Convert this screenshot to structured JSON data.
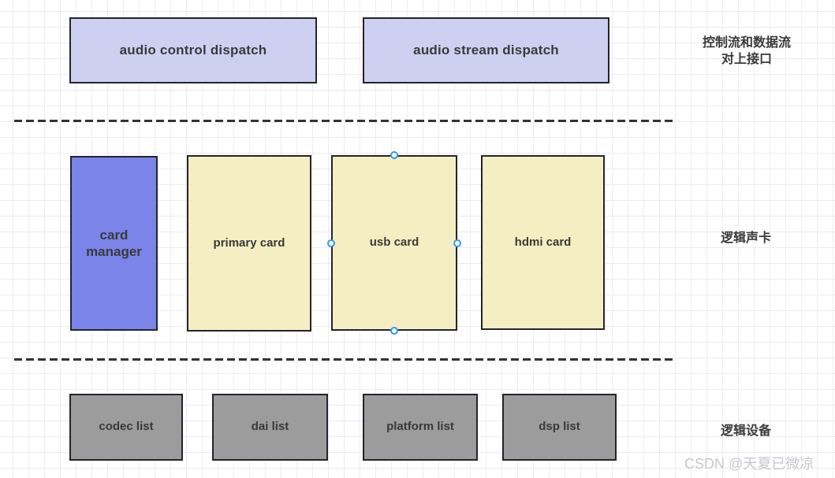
{
  "rows": {
    "dispatch": {
      "annotation": "控制流和数据流\n对上接口",
      "boxes": [
        {
          "label": "audio control dispatch"
        },
        {
          "label": "audio stream dispatch"
        }
      ]
    },
    "sound_card": {
      "annotation": "逻辑声卡",
      "boxes": [
        {
          "label": "card manager"
        },
        {
          "label": "primary card"
        },
        {
          "label": "usb card",
          "selected": true
        },
        {
          "label": "hdmi card"
        }
      ]
    },
    "devices": {
      "annotation": "逻辑设备",
      "boxes": [
        {
          "label": "codec list"
        },
        {
          "label": "dai list"
        },
        {
          "label": "platform list"
        },
        {
          "label": "dsp list"
        }
      ]
    }
  },
  "watermark": "CSDN @天夏已微凉",
  "colors": {
    "dispatch_fill": "#cdd0f0",
    "card_manager_fill": "#7b84e8",
    "card_fill": "#f5eec3",
    "device_fill": "#9c9c9c",
    "shape_border": "#23252d",
    "handle_stroke": "#2e9bf0",
    "grid_line": "#ececf0",
    "text": "#3a3a3a",
    "watermark_color": "#c6c6cd"
  }
}
